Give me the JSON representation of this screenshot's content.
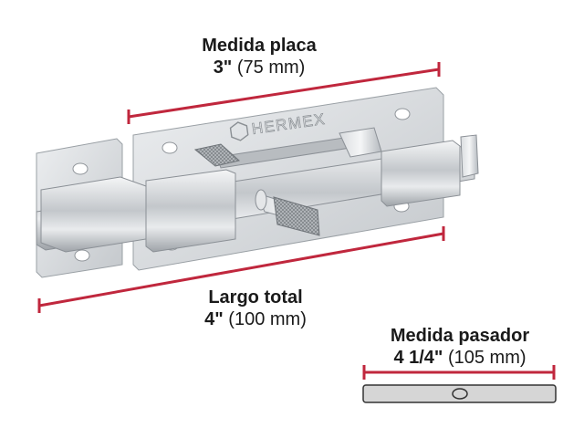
{
  "brand": "HERMEX",
  "colors": {
    "dimension_line": "#c0273d",
    "text": "#1a1a1a",
    "metal": "#c9ccd0"
  },
  "dimensions": {
    "plate": {
      "title": "Medida placa",
      "value": "3\"",
      "metric": "(75 mm)"
    },
    "total": {
      "title": "Largo total",
      "value": "4\"",
      "metric": "(100 mm)"
    },
    "bolt": {
      "title": "Medida pasador",
      "value": "4 1/4\"",
      "metric": "(105 mm)"
    }
  }
}
